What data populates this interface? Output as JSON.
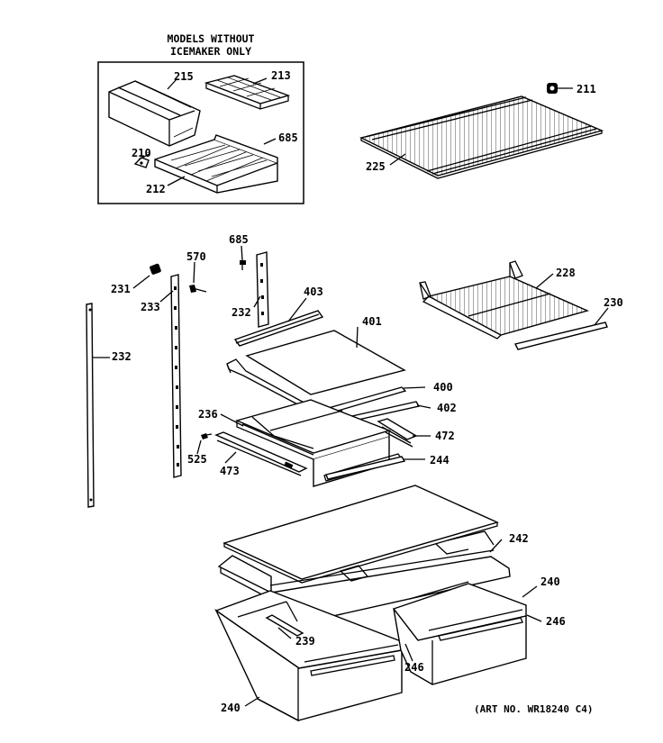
{
  "header": {
    "line1": "MODELS WITHOUT",
    "line2": "ICEMAKER ONLY"
  },
  "art_number": "(ART NO. WR18240 C4)",
  "callouts": [
    {
      "id": "c215",
      "text": "215"
    },
    {
      "id": "c213",
      "text": "213"
    },
    {
      "id": "c211",
      "text": "211"
    },
    {
      "id": "c685a",
      "text": "685"
    },
    {
      "id": "c210",
      "text": "210"
    },
    {
      "id": "c212",
      "text": "212"
    },
    {
      "id": "c225",
      "text": "225"
    },
    {
      "id": "c685b",
      "text": "685"
    },
    {
      "id": "c570",
      "text": "570"
    },
    {
      "id": "c231",
      "text": "231"
    },
    {
      "id": "c233",
      "text": "233"
    },
    {
      "id": "c232a",
      "text": "232"
    },
    {
      "id": "c403",
      "text": "403"
    },
    {
      "id": "c228",
      "text": "228"
    },
    {
      "id": "c230",
      "text": "230"
    },
    {
      "id": "c401",
      "text": "401"
    },
    {
      "id": "c232b",
      "text": "232"
    },
    {
      "id": "c400",
      "text": "400"
    },
    {
      "id": "c402",
      "text": "402"
    },
    {
      "id": "c236",
      "text": "236"
    },
    {
      "id": "c472",
      "text": "472"
    },
    {
      "id": "c525",
      "text": "525"
    },
    {
      "id": "c244",
      "text": "244"
    },
    {
      "id": "c473",
      "text": "473"
    },
    {
      "id": "c242",
      "text": "242"
    },
    {
      "id": "c240a",
      "text": "240"
    },
    {
      "id": "c246a",
      "text": "246"
    },
    {
      "id": "c239",
      "text": "239"
    },
    {
      "id": "c246b",
      "text": "246"
    },
    {
      "id": "c240b",
      "text": "240"
    }
  ]
}
